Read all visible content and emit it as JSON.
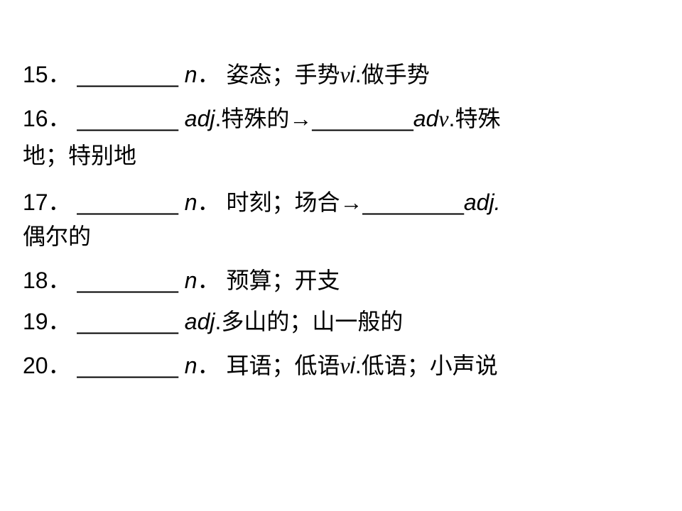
{
  "items": [
    {
      "number": "15．",
      "blank": "________",
      "pos": "n",
      "sep": "．",
      "meaning": "姿态；手势",
      "pos2_v": "v",
      "pos2_i": "i",
      "meaning2": ".做手势"
    },
    {
      "number": "16．",
      "blank": "________",
      "pos": "adj",
      "meaning": ".特殊的→",
      "blank2": "________",
      "pos2_ad": "ad",
      "pos2_v": "v",
      "meaning2": ".特殊",
      "continuation": "地；特别地"
    },
    {
      "number": "17．",
      "blank": "________",
      "pos": "n",
      "sep": "．",
      "meaning": "时刻；场合→",
      "blank2": "________",
      "pos2": "adj.",
      "continuation": "偶尔的"
    },
    {
      "number": "18．",
      "blank": "________",
      "pos": "n",
      "sep": "．",
      "meaning": "预算；开支"
    },
    {
      "number": "19．",
      "blank": "________",
      "pos": "adj",
      "meaning": ".多山的；山一般的"
    },
    {
      "number": "20．",
      "blank": "________",
      "pos": "n",
      "sep": "．",
      "meaning": "耳语；低语",
      "pos2_v": "v",
      "pos2_i": "i",
      "meaning2": ".低语；小声说"
    }
  ]
}
